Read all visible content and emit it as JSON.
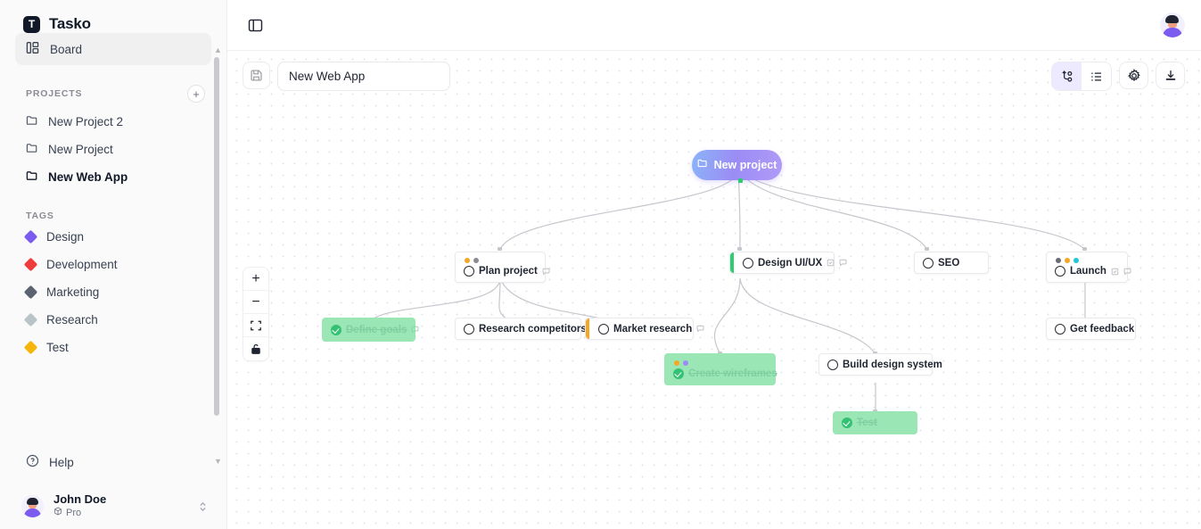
{
  "app": {
    "brand": "Tasko",
    "logo_glyph": "T"
  },
  "sidebar": {
    "nav": [
      {
        "label": "Board",
        "icon": "board-icon",
        "active": true
      }
    ],
    "projects_title": "PROJECTS",
    "add_project_label": "+",
    "projects": [
      {
        "label": "New Project 2",
        "selected": false
      },
      {
        "label": "New Project",
        "selected": false
      },
      {
        "label": "New Web App",
        "selected": true
      }
    ],
    "tags_title": "TAGS",
    "tags": [
      {
        "label": "Design",
        "color": "#7c5cf0"
      },
      {
        "label": "Development",
        "color": "#ef3b3b"
      },
      {
        "label": "Marketing",
        "color": "#5c6370"
      },
      {
        "label": "Research",
        "color": "#b8c4c8"
      },
      {
        "label": "Test",
        "color": "#f5b50a"
      }
    ],
    "help": {
      "label": "Help",
      "icon": "question-circle-icon"
    },
    "user": {
      "name": "John Doe",
      "plan": "Pro",
      "plan_icon": "box-icon"
    }
  },
  "topbar": {
    "toggle_sidebar_icon": "panel-toggle-icon",
    "avatar_name": "user-avatar"
  },
  "toolbar": {
    "save_icon": "save-disk-icon",
    "title_value": "New Web App",
    "title_placeholder": "Project name",
    "view_mindmap_icon": "mindmap-icon",
    "view_list_icon": "list-icon",
    "settings_icon": "gear-icon",
    "download_icon": "download-icon"
  },
  "zoom_controls": {
    "zoom_in": "+",
    "zoom_out": "−",
    "fit_view_icon": "fit-view-icon",
    "lock_icon": "lock-icon"
  },
  "canvas": {
    "root": {
      "label": "New project",
      "icon": "folder-icon"
    },
    "nodes": [
      {
        "id": "plan",
        "label": "Plan project",
        "done": false,
        "dots": [
          "#f5a623",
          "#8b8b93"
        ],
        "bar": null,
        "icons": [
          "comment-icon"
        ]
      },
      {
        "id": "design",
        "label": "Design UI/UX",
        "done": false,
        "dots": [],
        "bar": "#2ecc71",
        "icons": [
          "checklist-icon",
          "comment-icon"
        ]
      },
      {
        "id": "seo",
        "label": "SEO",
        "done": false,
        "dots": [],
        "bar": null,
        "icons": []
      },
      {
        "id": "launch",
        "label": "Launch",
        "done": false,
        "dots": [
          "#6b6b73",
          "#f5a623",
          "#22c6d8"
        ],
        "bar": null,
        "icons": [
          "checklist-icon",
          "comment-icon"
        ]
      },
      {
        "id": "goals",
        "label": "Define goals",
        "done": true,
        "dots": [],
        "bar": null,
        "icons": [
          "comment-icon"
        ]
      },
      {
        "id": "research",
        "label": "Research competitors",
        "done": false,
        "dots": [],
        "bar": null,
        "icons": []
      },
      {
        "id": "market",
        "label": "Market research",
        "done": false,
        "dots": [],
        "bar": "#f5a623",
        "icons": [
          "comment-icon"
        ]
      },
      {
        "id": "wire",
        "label": "Create wireframes",
        "done": true,
        "dots": [
          "#f5a623",
          "#9b8cf5"
        ],
        "bar": null,
        "icons": []
      },
      {
        "id": "build",
        "label": "Build design system",
        "done": false,
        "dots": [],
        "bar": null,
        "icons": []
      },
      {
        "id": "test",
        "label": "Test",
        "done": true,
        "dots": [],
        "bar": null,
        "icons": []
      },
      {
        "id": "feedback",
        "label": "Get feedback",
        "done": false,
        "dots": [],
        "bar": null,
        "icons": []
      }
    ]
  }
}
